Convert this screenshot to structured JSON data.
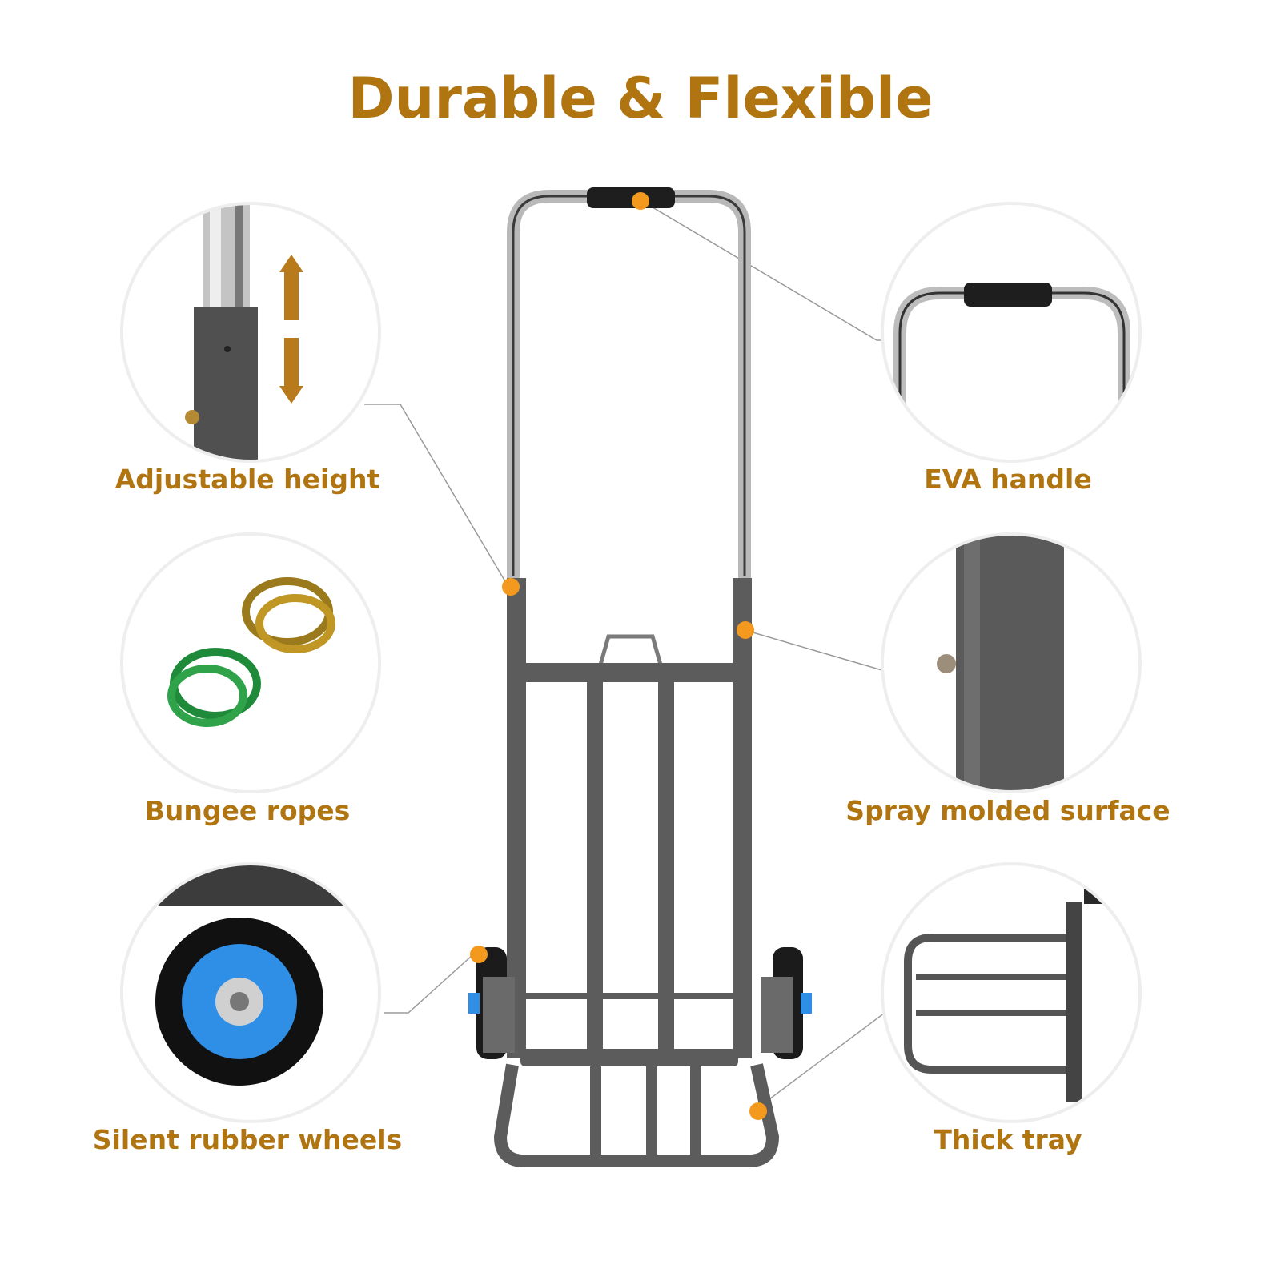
{
  "title": "Durable & Flexible",
  "features": [
    {
      "label": "Adjustable height"
    },
    {
      "label": "EVA handle"
    },
    {
      "label": "Bungee ropes"
    },
    {
      "label": "Spray molded surface"
    },
    {
      "label": "Silent rubber wheels"
    },
    {
      "label": "Thick tray"
    }
  ],
  "colors": {
    "heading": "#b07510",
    "callout_dot": "#f39a1e",
    "frame": "#5c5c5c",
    "wheel_hub": "#2f8fe6"
  }
}
